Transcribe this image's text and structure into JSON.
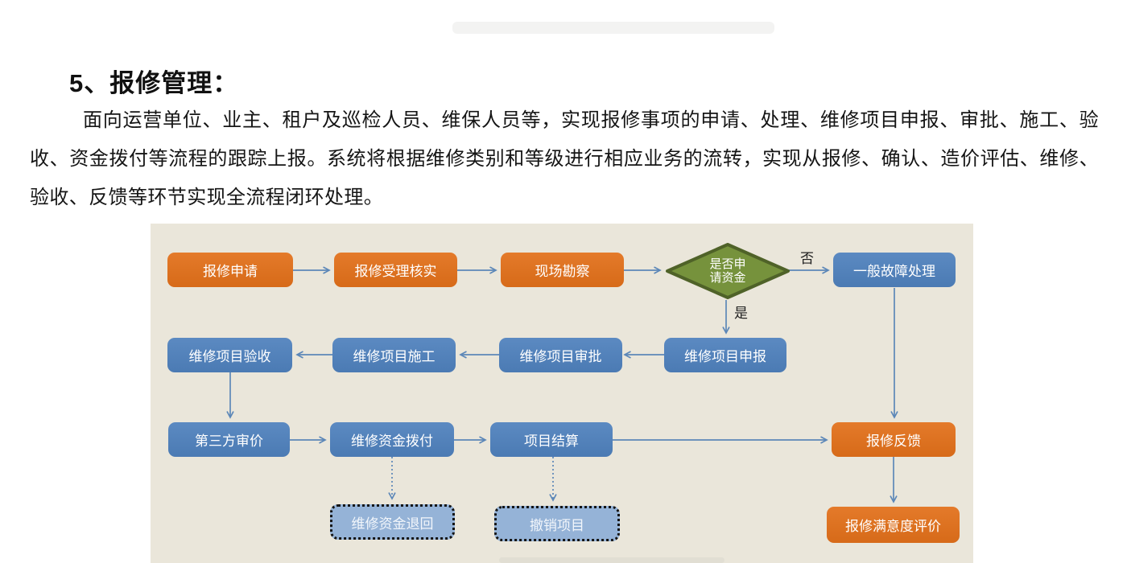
{
  "doc": {
    "title": "5、报修管理：",
    "paragraph": "面向运营单位、业主、租户及巡检人员、维保人员等，实现报修事项的申请、处理、维修项目申报、审批、施工、验收、资金拨付等流程的跟踪上报。系统将根据维修类别和等级进行相应业务的流转，实现从报修、确认、造价评估、维修、验收、反馈等环节实现全流程闭环处理。"
  },
  "flowchart": {
    "row1": {
      "apply": "报修申请",
      "accept": "报修受理核实",
      "survey": "现场勘察",
      "decision": "是否申请资金",
      "general_fault": "一般故障处理"
    },
    "row2": {
      "acceptance": "维修项目验收",
      "construction": "维修项目施工",
      "approval": "维修项目审批",
      "declare": "维修项目申报"
    },
    "row3": {
      "third_party": "第三方审价",
      "fund_pay": "维修资金拨付",
      "settlement": "项目结算",
      "feedback": "报修反馈"
    },
    "row4": {
      "fund_return": "维修资金退回",
      "cancel": "撤销项目",
      "satisfaction": "报修满意度评价"
    },
    "labels": {
      "no": "否",
      "yes": "是"
    }
  },
  "colors": {
    "orange": "#E2701A",
    "blue": "#4F81BD",
    "green_fill": "#76923C",
    "green_border": "#4F6228",
    "light_blue": "#95B3D7",
    "panel_background": "#EAE6DA",
    "arrow": "#5C87B8"
  }
}
